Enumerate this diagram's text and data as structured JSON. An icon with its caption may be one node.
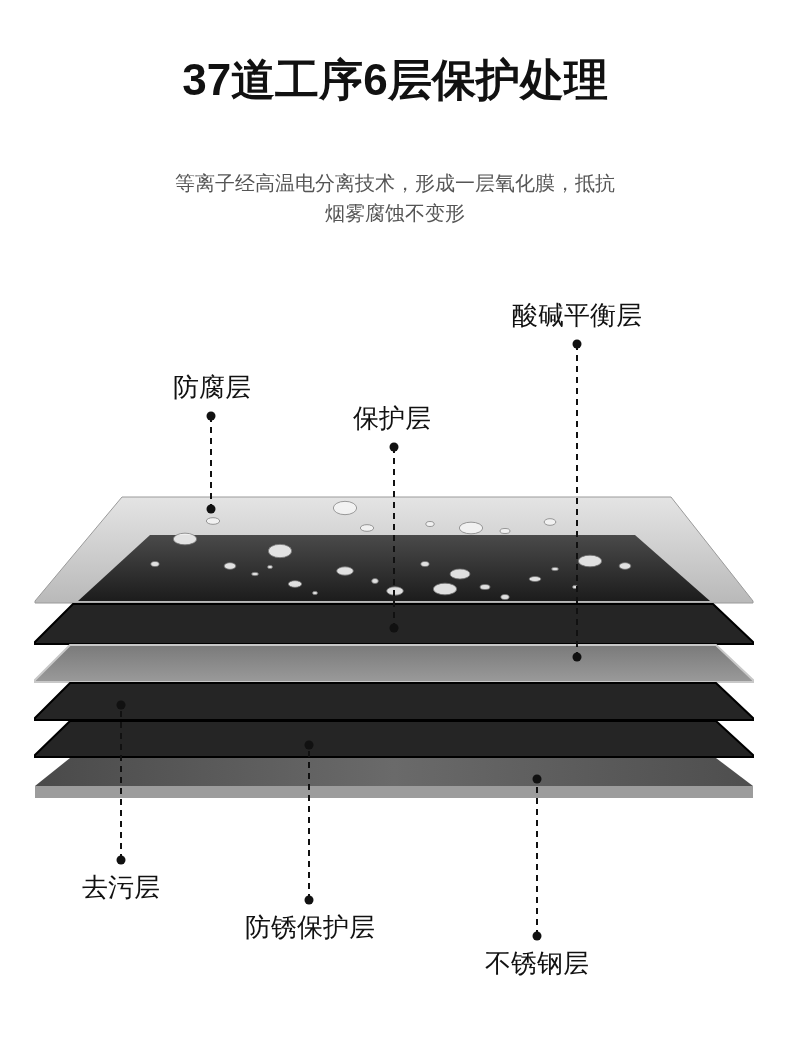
{
  "diagram": {
    "title": "37道工序6层保护处理",
    "nodes": [
      {
        "text": [
          "酸碱平衡层"
        ]
      },
      {
        "text": [
          "防腐层"
        ]
      },
      {
        "text": [
          "保护层"
        ]
      },
      {
        "text": [],
        "shape": "picture"
      },
      {
        "text": [],
        "shape": "bar"
      },
      {
        "text": [],
        "shape": "bar"
      },
      {
        "text": [],
        "shape": "bar"
      },
      {
        "text": [],
        "shape": "bar"
      },
      {
        "text": [],
        "shape": "bar"
      },
      {
        "text": [
          "去污层"
        ]
      },
      {
        "text": [
          "防锈保护层"
        ]
      },
      {
        "text": [
          "不锈钢层"
        ]
      }
    ],
    "edges": [
      {
        "from": 1,
        "to": 3,
        "arrow": "other",
        "style": "dashed"
      },
      {
        "from": 2,
        "to": 4,
        "arrow": "other",
        "style": "dashed"
      },
      {
        "from": 0,
        "to": 5,
        "arrow": "other",
        "style": "dashed"
      },
      {
        "from": 9,
        "to": 6,
        "arrow": "other",
        "style": "dashed"
      },
      {
        "from": 10,
        "to": 7,
        "arrow": "other",
        "style": "dashed"
      },
      {
        "from": 11,
        "to": 8,
        "arrow": "other",
        "style": "dashed"
      }
    ],
    "labels": [
      "等离子经高温电分离技术，形成一层氧化膜，抵抗烟雾腐蚀不变形"
    ]
  }
}
